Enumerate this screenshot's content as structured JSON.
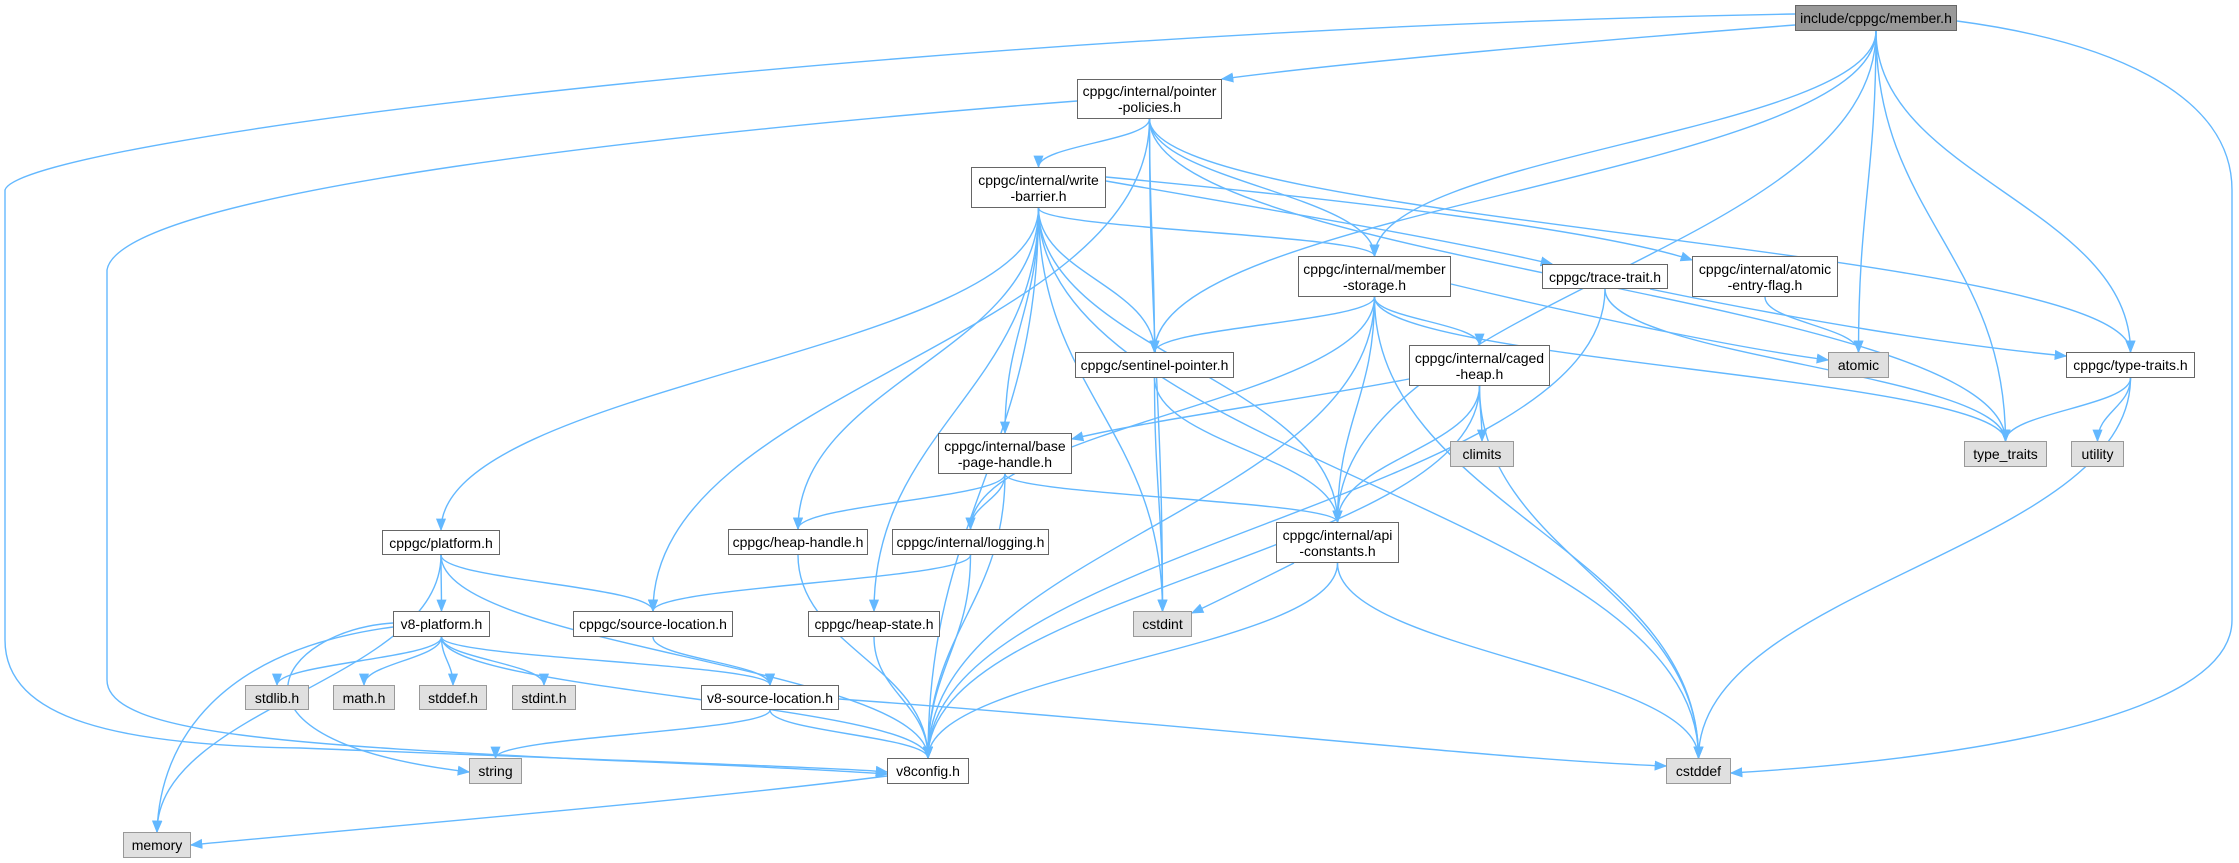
{
  "graph": {
    "title": "include/cppgc/member.h",
    "colors": {
      "edge": "#63b8ff",
      "node_border": "#666666",
      "system_fill": "#e0e0e0",
      "root_fill": "#999999"
    },
    "nodes": [
      {
        "id": "member",
        "label": "include/cppgc/member.h",
        "kind": "root"
      },
      {
        "id": "pointer_policies",
        "label": "cppgc/internal/pointer\n-policies.h",
        "kind": "file"
      },
      {
        "id": "write_barrier",
        "label": "cppgc/internal/write\n-barrier.h",
        "kind": "file"
      },
      {
        "id": "member_storage",
        "label": "cppgc/internal/member\n-storage.h",
        "kind": "file"
      },
      {
        "id": "trace_trait",
        "label": "cppgc/trace-trait.h",
        "kind": "file"
      },
      {
        "id": "atomic_entry_flag",
        "label": "cppgc/internal/atomic\n-entry-flag.h",
        "kind": "file"
      },
      {
        "id": "sentinel_pointer",
        "label": "cppgc/sentinel-pointer.h",
        "kind": "file"
      },
      {
        "id": "caged_heap",
        "label": "cppgc/internal/caged\n-heap.h",
        "kind": "file"
      },
      {
        "id": "atomic",
        "label": "atomic",
        "kind": "system"
      },
      {
        "id": "type_traits_h",
        "label": "cppgc/type-traits.h",
        "kind": "file"
      },
      {
        "id": "type_traits",
        "label": "type_traits",
        "kind": "system"
      },
      {
        "id": "utility",
        "label": "utility",
        "kind": "system"
      },
      {
        "id": "climits",
        "label": "climits",
        "kind": "system"
      },
      {
        "id": "base_page_handle",
        "label": "cppgc/internal/base\n-page-handle.h",
        "kind": "file"
      },
      {
        "id": "platform",
        "label": "cppgc/platform.h",
        "kind": "file"
      },
      {
        "id": "heap_handle",
        "label": "cppgc/heap-handle.h",
        "kind": "file"
      },
      {
        "id": "logging",
        "label": "cppgc/internal/logging.h",
        "kind": "file"
      },
      {
        "id": "api_constants",
        "label": "cppgc/internal/api\n-constants.h",
        "kind": "file"
      },
      {
        "id": "v8_platform",
        "label": "v8-platform.h",
        "kind": "file"
      },
      {
        "id": "source_location",
        "label": "cppgc/source-location.h",
        "kind": "file"
      },
      {
        "id": "heap_state",
        "label": "cppgc/heap-state.h",
        "kind": "file"
      },
      {
        "id": "cstdint",
        "label": "cstdint",
        "kind": "system"
      },
      {
        "id": "stdlib",
        "label": "stdlib.h",
        "kind": "system"
      },
      {
        "id": "math",
        "label": "math.h",
        "kind": "system"
      },
      {
        "id": "stddef",
        "label": "stddef.h",
        "kind": "system"
      },
      {
        "id": "stdint",
        "label": "stdint.h",
        "kind": "system"
      },
      {
        "id": "v8_source_location",
        "label": "v8-source-location.h",
        "kind": "file"
      },
      {
        "id": "string",
        "label": "string",
        "kind": "system"
      },
      {
        "id": "v8config",
        "label": "v8config.h",
        "kind": "file"
      },
      {
        "id": "cstddef",
        "label": "cstddef",
        "kind": "system"
      },
      {
        "id": "memory",
        "label": "memory",
        "kind": "system"
      }
    ],
    "edges": [
      [
        "member",
        "pointer_policies"
      ],
      [
        "member",
        "sentinel_pointer"
      ],
      [
        "member",
        "member_storage"
      ],
      [
        "member",
        "atomic"
      ],
      [
        "member",
        "api_constants"
      ],
      [
        "member",
        "type_traits"
      ],
      [
        "member",
        "type_traits_h"
      ],
      [
        "member",
        "cstddef"
      ],
      [
        "member",
        "v8config"
      ],
      [
        "pointer_policies",
        "write_barrier"
      ],
      [
        "pointer_policies",
        "sentinel_pointer"
      ],
      [
        "pointer_policies",
        "member_storage"
      ],
      [
        "pointer_policies",
        "type_traits"
      ],
      [
        "pointer_policies",
        "type_traits_h"
      ],
      [
        "pointer_policies",
        "source_location"
      ],
      [
        "pointer_policies",
        "cstdint"
      ],
      [
        "pointer_policies",
        "v8config"
      ],
      [
        "write_barrier",
        "platform"
      ],
      [
        "write_barrier",
        "heap_handle"
      ],
      [
        "write_barrier",
        "heap_state"
      ],
      [
        "write_barrier",
        "base_page_handle"
      ],
      [
        "write_barrier",
        "cstdint"
      ],
      [
        "write_barrier",
        "api_constants"
      ],
      [
        "write_barrier",
        "sentinel_pointer"
      ],
      [
        "write_barrier",
        "member_storage"
      ],
      [
        "write_barrier",
        "trace_trait"
      ],
      [
        "write_barrier",
        "atomic_entry_flag"
      ],
      [
        "write_barrier",
        "cstddef"
      ],
      [
        "write_barrier",
        "v8config"
      ],
      [
        "member_storage",
        "sentinel_pointer"
      ],
      [
        "member_storage",
        "caged_heap"
      ],
      [
        "member_storage",
        "api_constants"
      ],
      [
        "member_storage",
        "v8config"
      ],
      [
        "member_storage",
        "atomic"
      ],
      [
        "member_storage",
        "type_traits"
      ],
      [
        "member_storage",
        "cstddef"
      ],
      [
        "member_storage",
        "logging"
      ],
      [
        "sentinel_pointer",
        "cstdint"
      ],
      [
        "sentinel_pointer",
        "api_constants"
      ],
      [
        "trace_trait",
        "type_traits_h"
      ],
      [
        "trace_trait",
        "type_traits"
      ],
      [
        "trace_trait",
        "v8config"
      ],
      [
        "atomic_entry_flag",
        "atomic"
      ],
      [
        "type_traits_h",
        "type_traits"
      ],
      [
        "type_traits_h",
        "utility"
      ],
      [
        "type_traits_h",
        "cstddef"
      ],
      [
        "caged_heap",
        "base_page_handle"
      ],
      [
        "caged_heap",
        "climits"
      ],
      [
        "caged_heap",
        "api_constants"
      ],
      [
        "caged_heap",
        "v8config"
      ],
      [
        "caged_heap",
        "cstddef"
      ],
      [
        "base_page_handle",
        "heap_handle"
      ],
      [
        "base_page_handle",
        "logging"
      ],
      [
        "base_page_handle",
        "api_constants"
      ],
      [
        "base_page_handle",
        "v8config"
      ],
      [
        "platform",
        "memory"
      ],
      [
        "platform",
        "v8_platform"
      ],
      [
        "platform",
        "source_location"
      ],
      [
        "platform",
        "v8config"
      ],
      [
        "v8_platform",
        "stdlib"
      ],
      [
        "v8_platform",
        "math"
      ],
      [
        "v8_platform",
        "stddef"
      ],
      [
        "v8_platform",
        "stdint"
      ],
      [
        "v8_platform",
        "v8_source_location"
      ],
      [
        "v8_platform",
        "v8config"
      ],
      [
        "v8_platform",
        "string"
      ],
      [
        "v8_platform",
        "memory"
      ],
      [
        "source_location",
        "v8_source_location"
      ],
      [
        "heap_handle",
        "v8config"
      ],
      [
        "logging",
        "source_location"
      ],
      [
        "logging",
        "v8config"
      ],
      [
        "heap_state",
        "v8config"
      ],
      [
        "api_constants",
        "cstdint"
      ],
      [
        "api_constants",
        "v8config"
      ],
      [
        "api_constants",
        "cstddef"
      ],
      [
        "v8_source_location",
        "string"
      ],
      [
        "v8_source_location",
        "v8config"
      ],
      [
        "v8_source_location",
        "cstddef"
      ],
      [
        "v8config",
        "memory"
      ]
    ]
  }
}
